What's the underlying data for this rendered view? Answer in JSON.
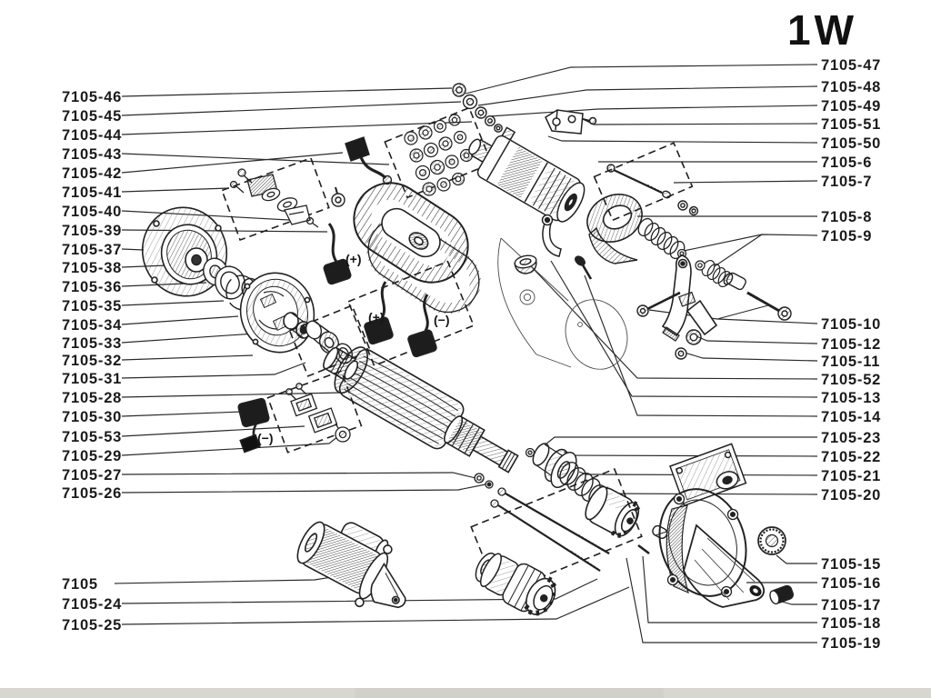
{
  "title": "1W",
  "labels": {
    "left": [
      "7105-46",
      "7105-45",
      "7105-44",
      "7105-43",
      "7105-42",
      "7105-41",
      "7105-40",
      "7105-39",
      "7105-37",
      "7105-38",
      "7105-36",
      "7105-35",
      "7105-34",
      "7105-33",
      "7105-32",
      "7105-31",
      "7105-28",
      "7105-30",
      "7105-53",
      "7105-29",
      "7105-27",
      "7105-26",
      "7105",
      "7105-24",
      "7105-25"
    ],
    "right": [
      "7105-47",
      "7105-48",
      "7105-49",
      "7105-51",
      "7105-50",
      "7105-6",
      "7105-7",
      "7105-8",
      "7105-9",
      "7105-10",
      "7105-12",
      "7105-11",
      "7105-52",
      "7105-13",
      "7105-14",
      "7105-23",
      "7105-22",
      "7105-21",
      "7105-20",
      "7105-15",
      "7105-16",
      "7105-17",
      "7105-18",
      "7105-19"
    ]
  },
  "markers": {
    "plus_upper": "(+)",
    "plus_box": "(+)",
    "minus_box": "(−)",
    "minus_lower": "(−)"
  },
  "colors": {
    "ink": "#222222",
    "paper": "#ffffff",
    "scan_strip": "#d8d6d1"
  }
}
